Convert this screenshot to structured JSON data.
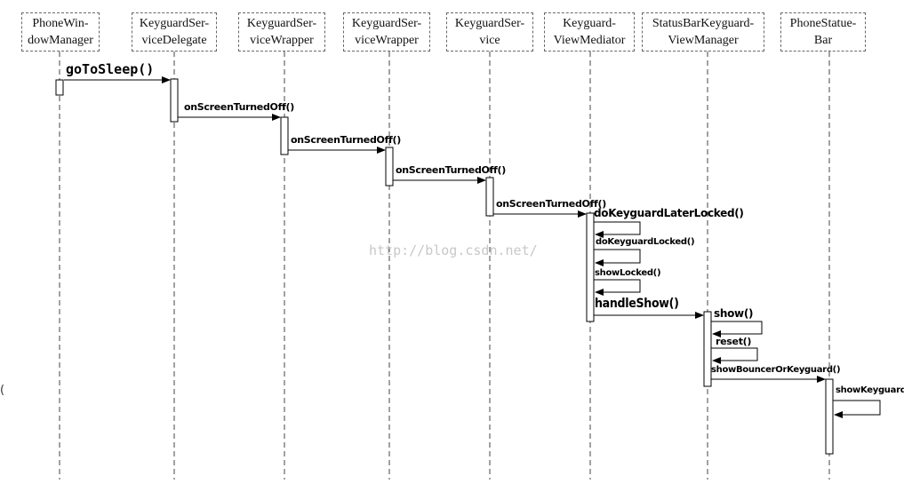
{
  "lifelines": [
    {
      "id": "pwm",
      "line1": "PhoneWin-",
      "line2": "dowManager"
    },
    {
      "id": "ksd",
      "line1": "KeyguardSer-",
      "line2": "viceDelegate"
    },
    {
      "id": "ksw1",
      "line1": "KeyguardSer-",
      "line2": "viceWrapper"
    },
    {
      "id": "ksw2",
      "line1": "KeyguardSer-",
      "line2": "viceWrapper"
    },
    {
      "id": "ks",
      "line1": "KeyguardSer-",
      "line2": "vice"
    },
    {
      "id": "kvm",
      "line1": "Keyguard-",
      "line2": "ViewMediator"
    },
    {
      "id": "sbkvm",
      "line1": "StatusBarKeyguard-",
      "line2": "ViewManager"
    },
    {
      "id": "psb",
      "line1": "PhoneStatue-",
      "line2": "Bar"
    }
  ],
  "messages": [
    {
      "id": "m1",
      "label": "goToSleep()",
      "from": "pwm",
      "to": "ksd"
    },
    {
      "id": "m2",
      "label": "onScreenTurnedOff()",
      "from": "ksd",
      "to": "ksw1"
    },
    {
      "id": "m3",
      "label": "onScreenTurnedOff()",
      "from": "ksw1",
      "to": "ksw2"
    },
    {
      "id": "m4",
      "label": "onScreenTurnedOff()",
      "from": "ksw2",
      "to": "ks"
    },
    {
      "id": "m5",
      "label": "onScreenTurnedOff()",
      "from": "ks",
      "to": "kvm"
    },
    {
      "id": "m6",
      "label": "doKeyguardLaterLocked()",
      "from": "kvm",
      "to": "kvm"
    },
    {
      "id": "m7",
      "label": "doKeyguardLocked()",
      "from": "kvm",
      "to": "kvm"
    },
    {
      "id": "m8",
      "label": "showLocked()",
      "from": "kvm",
      "to": "kvm"
    },
    {
      "id": "m9",
      "label": "handleShow()",
      "from": "kvm",
      "to": "sbkvm"
    },
    {
      "id": "m10",
      "label": "show()",
      "from": "sbkvm",
      "to": "sbkvm"
    },
    {
      "id": "m11",
      "label": "reset()",
      "from": "sbkvm",
      "to": "sbkvm"
    },
    {
      "id": "m12",
      "label": "showBouncerOrKeyguard()",
      "from": "sbkvm",
      "to": "psb"
    },
    {
      "id": "m13",
      "label": "showKeyguard",
      "from": "psb",
      "to": "psb"
    }
  ],
  "watermark": "http://blog.csdn.net/",
  "stray_mark": "("
}
